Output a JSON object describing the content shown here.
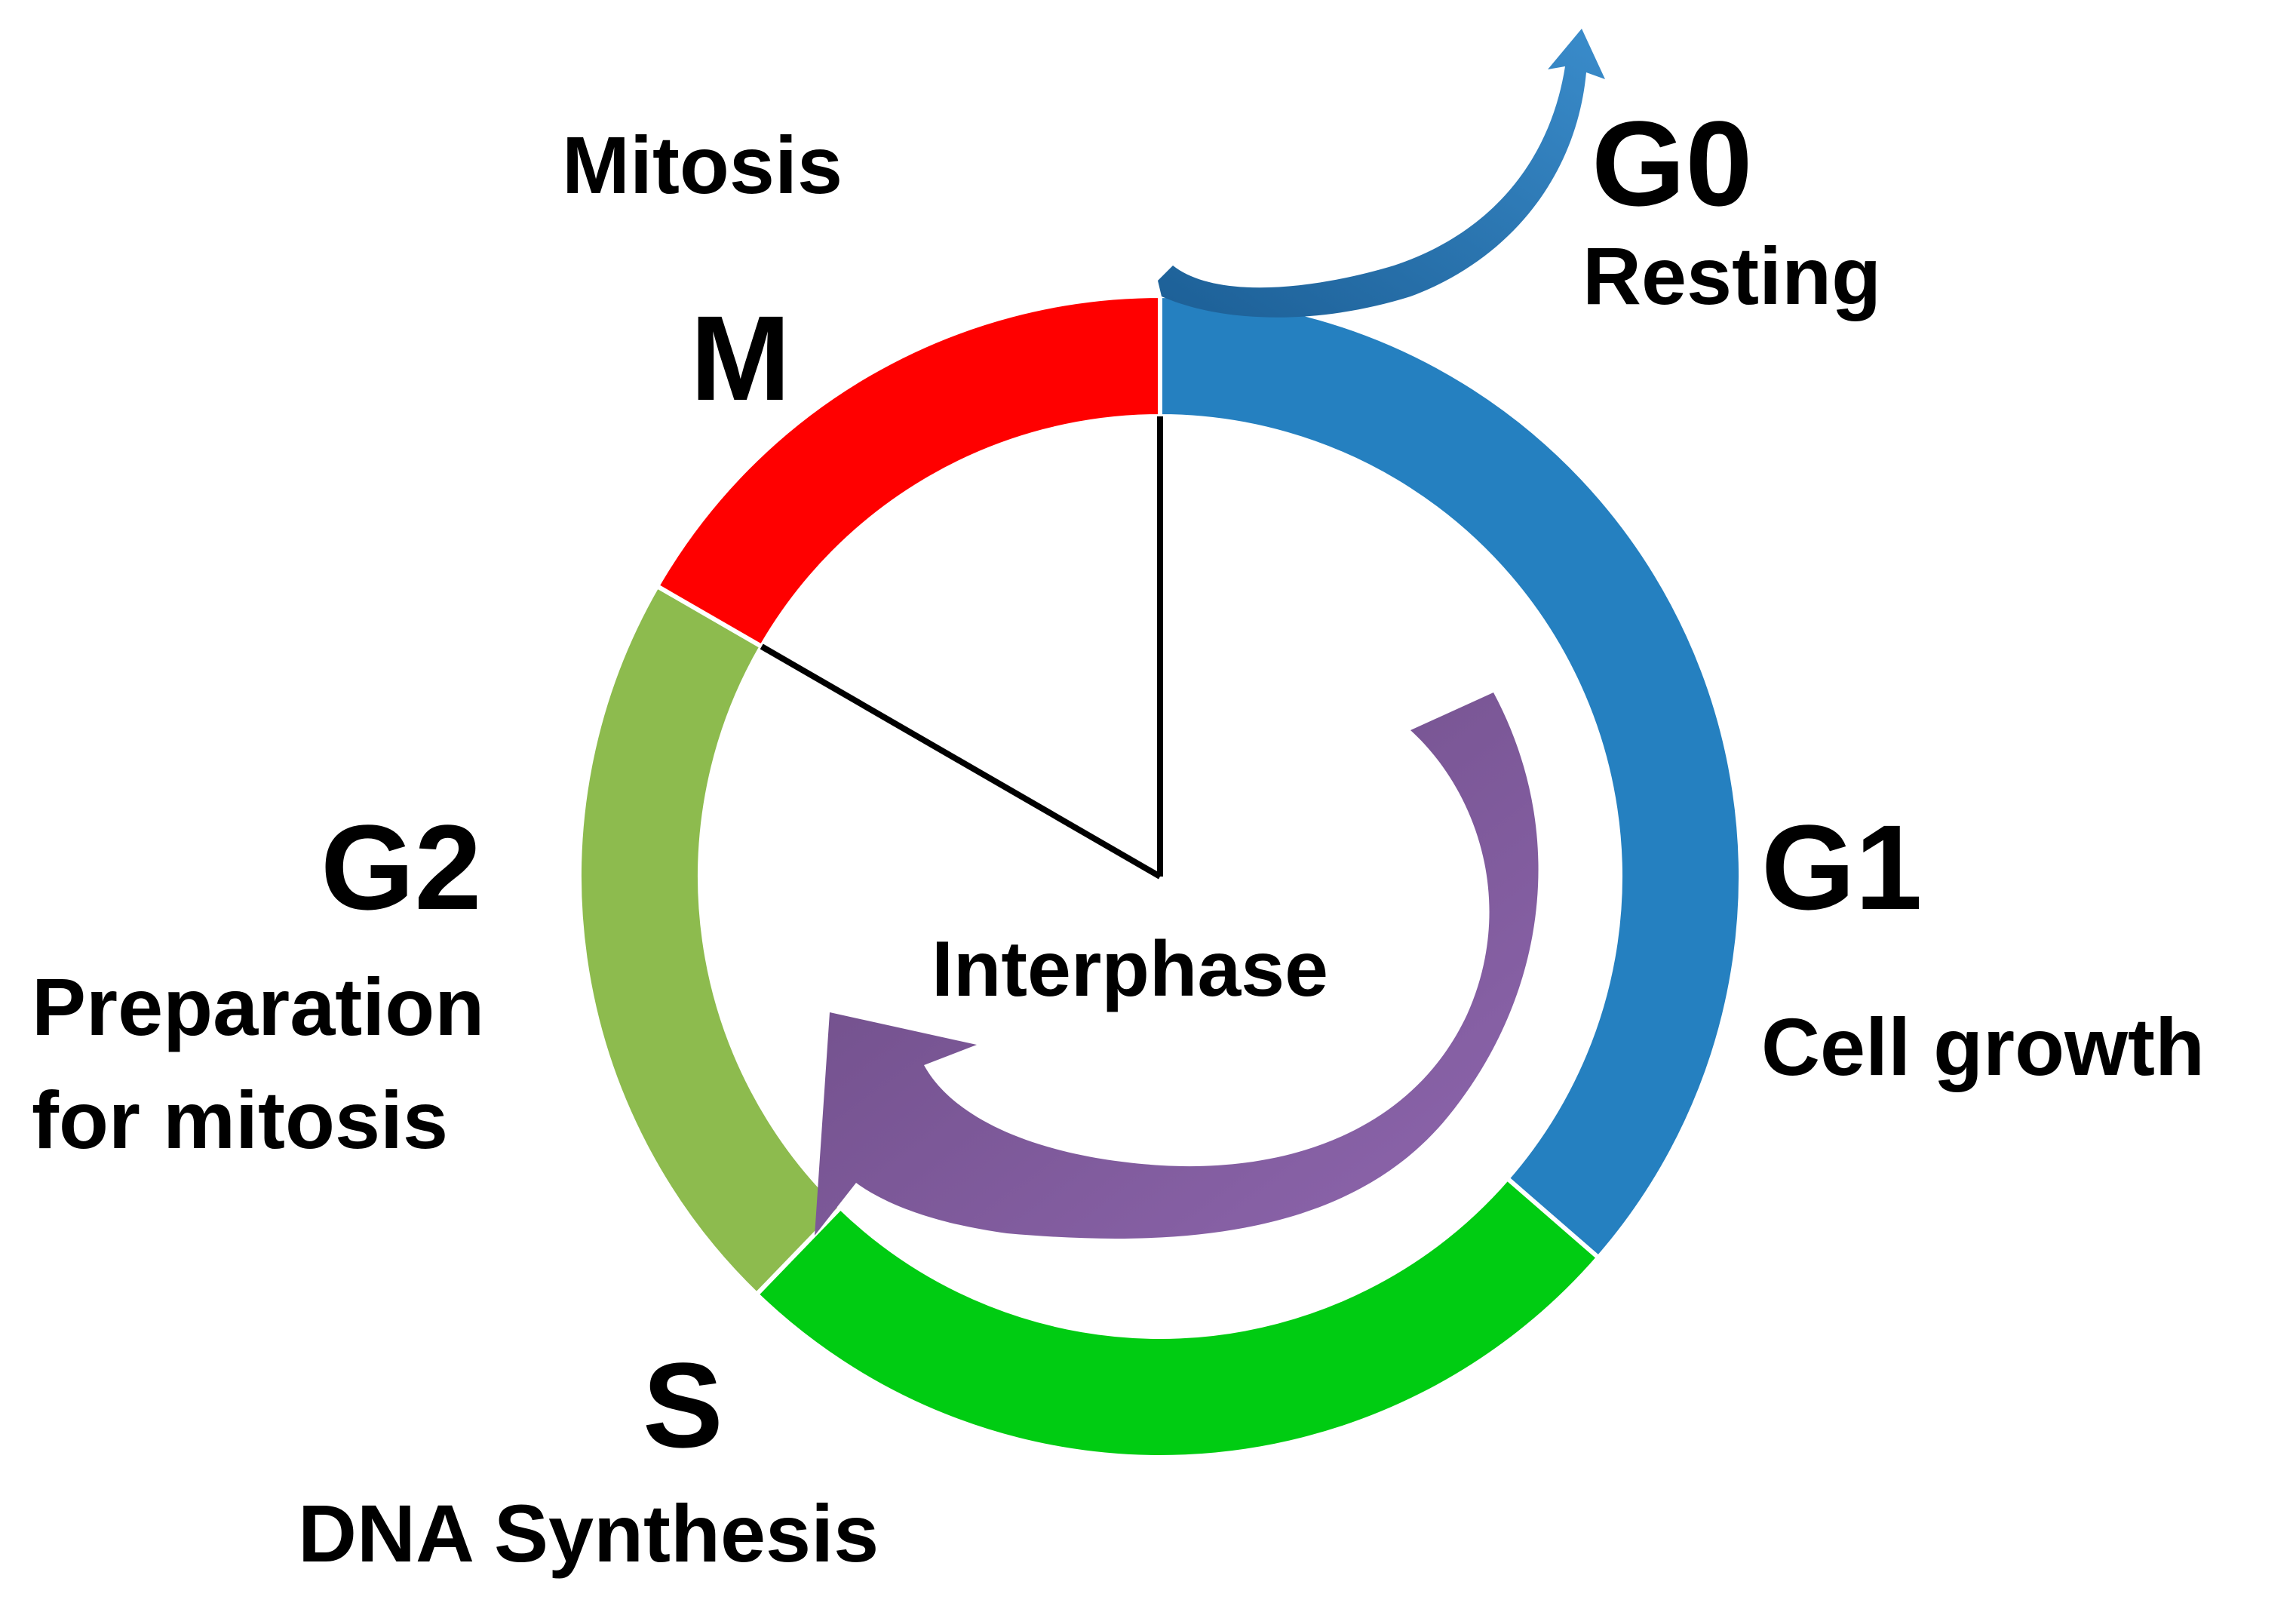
{
  "diagram": {
    "labels": {
      "mitosis_caption": "Mitosis",
      "g0_phase": "G0",
      "g0_desc": "Resting",
      "m_phase": "M",
      "g1_phase": "G1",
      "g1_desc": "Cell growth",
      "g2_phase": "G2",
      "g2_desc_line1": "Preparation",
      "g2_desc_line2": "for mitosis",
      "s_phase": "S",
      "s_desc": "DNA Synthesis",
      "interphase": "Interphase"
    },
    "segments": [
      {
        "phase": "G1",
        "color": "#2580C0"
      },
      {
        "phase": "S",
        "color": "#00CC12"
      },
      {
        "phase": "G2",
        "color": "#8DBB4E"
      },
      {
        "phase": "M",
        "color": "#FF0000"
      }
    ],
    "colors": {
      "interphase_arrow": "#7A5494",
      "g0_arrow": "#2270AE",
      "divider_line": "#000000"
    }
  }
}
